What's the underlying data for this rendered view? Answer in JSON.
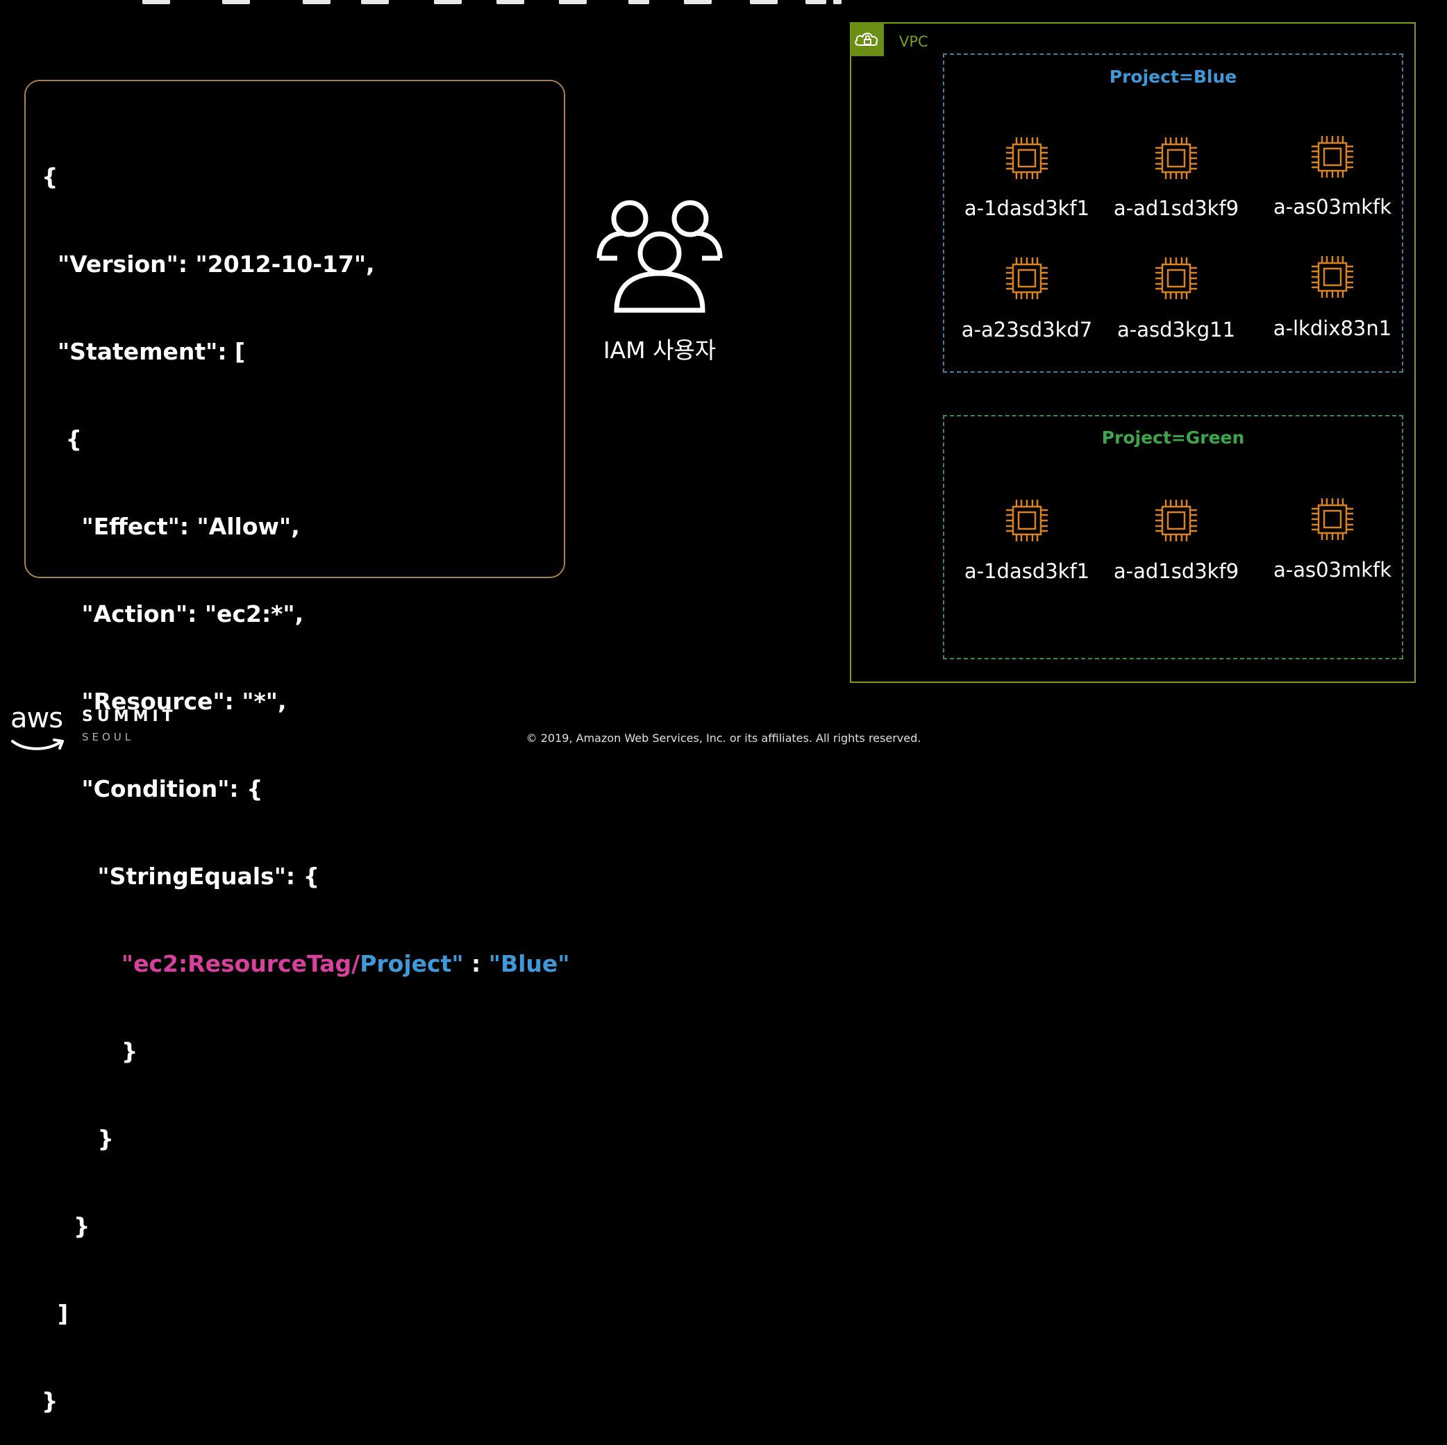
{
  "colors": {
    "background": "#000000",
    "policy_border": "#a8824c",
    "vpc_border": "#7aa116",
    "blue_group": "#3f98d8",
    "green_group": "#3ca64c",
    "instance_icon": "#d8831e",
    "highlight_tag": "#d8409d"
  },
  "policy": {
    "lines": [
      "{",
      "  \"Version\": \"2012-10-17\",",
      "  \"Statement\": [",
      "   {",
      "     \"Effect\": \"Allow\",",
      "     \"Action\": \"ec2:*\",",
      "     \"Resource\": \"*\",",
      "     \"Condition\": {",
      "       \"StringEquals\": {"
    ],
    "tag_key_prefix": "\"ec2:ResourceTag/",
    "tag_key_name": "Project\"",
    "tag_separator": " : ",
    "tag_value": "\"Blue\"",
    "closing_lines": [
      "          }",
      "       }",
      "    }",
      "  ]",
      "}"
    ]
  },
  "iam": {
    "icon": "users-icon",
    "label": "IAM 사용자"
  },
  "vpc": {
    "icon": "vpc-cloud-lock-icon",
    "label": "VPC",
    "groups": [
      {
        "title": "Project=Blue",
        "instances": [
          "a-1dasd3kf1",
          "a-ad1sd3kf9",
          "a-as03mkfk",
          "a-a23sd3kd7",
          "a-asd3kg11",
          "a-lkdix83n1"
        ]
      },
      {
        "title": "Project=Green",
        "instances": [
          "a-1dasd3kf1",
          "a-ad1sd3kf9",
          "a-as03mkfk"
        ]
      }
    ]
  },
  "footer": {
    "logo_text": "aws",
    "event": "SUMMIT",
    "city": "SEOUL",
    "copyright": "© 2019, Amazon Web Services, Inc. or its affiliates. All rights reserved."
  }
}
